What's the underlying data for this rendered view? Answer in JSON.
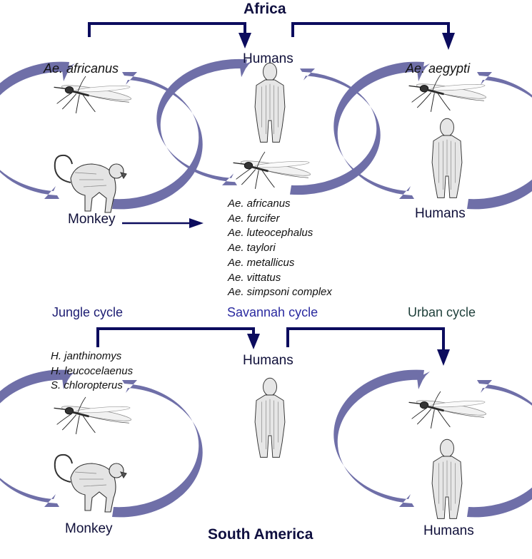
{
  "colors": {
    "arrow_purple": "#6f6fa8",
    "line_navy": "#0c0c5e",
    "jungle_text": "#1c1c72",
    "savannah_text": "#2a2aa0",
    "urban_text": "#1e3f3a"
  },
  "africa": {
    "title": "Africa",
    "jungle": {
      "vector": "Ae. africanus",
      "host": "Monkey"
    },
    "savannah": {
      "host": "Humans",
      "vectors": [
        "Ae. africanus",
        "Ae. furcifer",
        "Ae. luteocephalus",
        "Ae. taylori",
        "Ae. metallicus",
        "Ae. vittatus",
        "Ae. simpsoni complex"
      ]
    },
    "urban": {
      "vector": "Ae. aegypti",
      "host": "Humans"
    }
  },
  "cycles": {
    "jungle": "Jungle cycle",
    "savannah": "Savannah cycle",
    "urban": "Urban cycle"
  },
  "south_america": {
    "title": "South America",
    "jungle": {
      "vectors": [
        "H. janthinomys",
        "H. leucocelaenus",
        "S. chloropterus"
      ],
      "host": "Monkey"
    },
    "savannah": {
      "host": "Humans"
    },
    "urban": {
      "host": "Humans"
    }
  },
  "icons": {
    "vector": "mosquito-icon",
    "monkey": "monkey-icon",
    "human": "human-figure-icon"
  }
}
